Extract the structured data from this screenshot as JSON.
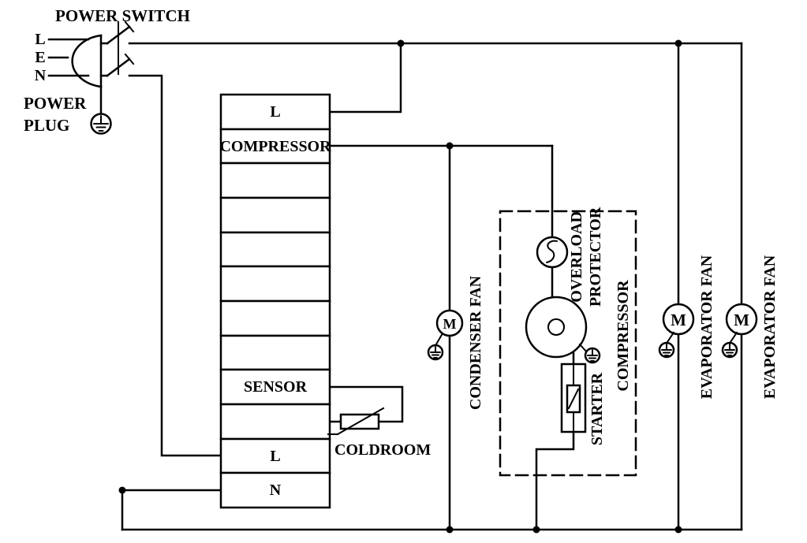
{
  "diagram": {
    "power": {
      "switch_label": "POWER SWITCH",
      "plug_label_line1": "POWER",
      "plug_label_line2": "PLUG",
      "pin_l": "L",
      "pin_e": "E",
      "pin_n": "N"
    },
    "controller": {
      "rows": [
        "L",
        "COMPRESSOR",
        "",
        "",
        "",
        "",
        "",
        "",
        "SENSOR",
        "",
        "L",
        "N"
      ]
    },
    "sensor": {
      "coldroom_label": "COLDROOM"
    },
    "condenser_fan": {
      "label": "CONDENSER FAN",
      "motor_letter": "M"
    },
    "compressor_unit": {
      "overload_label_line1": "OVERLOAD",
      "overload_label_line2": "PROTECTOR",
      "compressor_label": "COMPRESSOR",
      "starter_label": "STARTER"
    },
    "evaporator_fans": {
      "fan1_label": "EVAPORATOR FAN",
      "fan2_label": "EVAPORATOR FAN",
      "motor_letter": "M"
    },
    "colors": {
      "line": "#000000",
      "background": "#ffffff"
    }
  }
}
